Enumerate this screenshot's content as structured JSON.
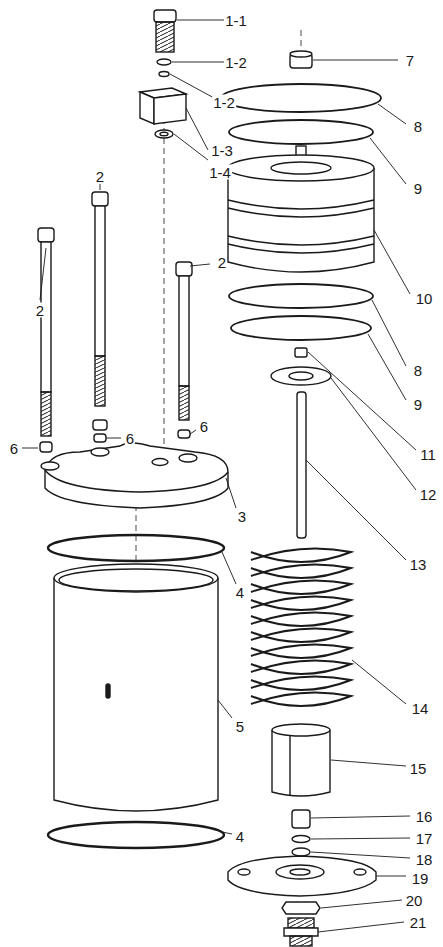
{
  "diagram": {
    "labels": [
      "1-1",
      "1-2",
      "1-2",
      "1-3",
      "1-4",
      "2",
      "2",
      "2",
      "6",
      "6",
      "6",
      "3",
      "4",
      "5",
      "4",
      "7",
      "8",
      "9",
      "10",
      "8",
      "9",
      "11",
      "12",
      "13",
      "14",
      "15",
      "16",
      "17",
      "18",
      "19",
      "20",
      "21"
    ]
  }
}
